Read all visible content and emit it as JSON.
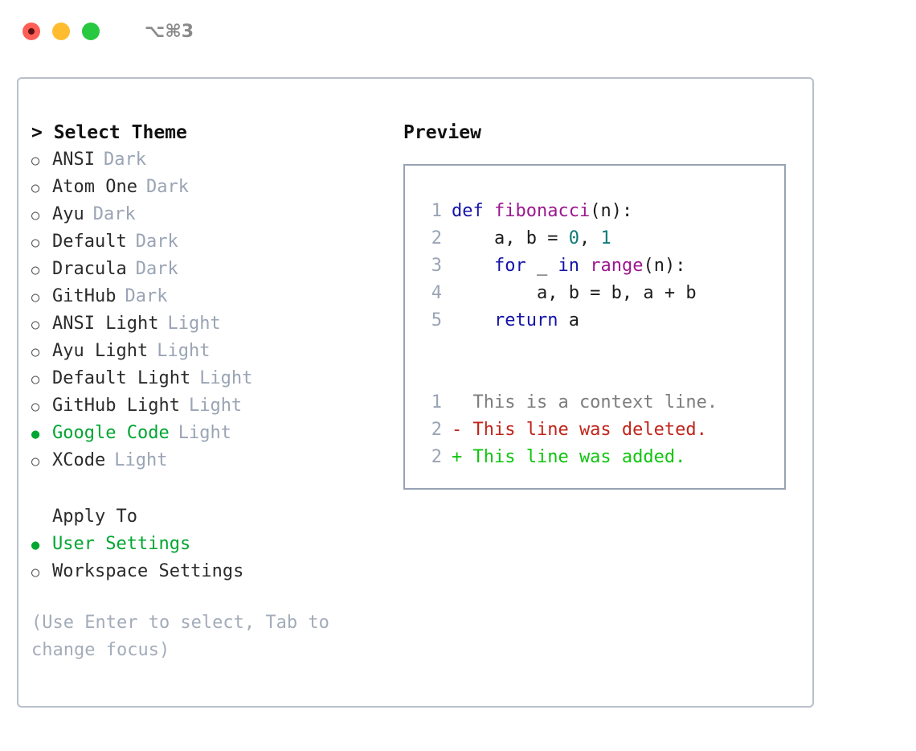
{
  "titlebar": {
    "shortcut": "⌥⌘3",
    "buttons": [
      {
        "name": "close",
        "color": "#ff5f57"
      },
      {
        "name": "minimize",
        "color": "#febc2e"
      },
      {
        "name": "maximize",
        "color": "#28c840"
      }
    ]
  },
  "theme_picker": {
    "title": "> Select Theme",
    "selected": "Google Code",
    "marker_off": "○",
    "marker_on": "●",
    "items": [
      {
        "label": "ANSI",
        "category": "Dark",
        "selected": false
      },
      {
        "label": "Atom One",
        "category": "Dark",
        "selected": false
      },
      {
        "label": "Ayu",
        "category": "Dark",
        "selected": false
      },
      {
        "label": "Default",
        "category": "Dark",
        "selected": false
      },
      {
        "label": "Dracula",
        "category": "Dark",
        "selected": false
      },
      {
        "label": "GitHub",
        "category": "Dark",
        "selected": false
      },
      {
        "label": "ANSI Light",
        "category": "Light",
        "selected": false
      },
      {
        "label": "Ayu Light",
        "category": "Light",
        "selected": false
      },
      {
        "label": "Default Light",
        "category": "Light",
        "selected": false
      },
      {
        "label": "GitHub Light",
        "category": "Light",
        "selected": false
      },
      {
        "label": "Google Code",
        "category": "Light",
        "selected": true
      },
      {
        "label": "XCode",
        "category": "Light",
        "selected": false
      }
    ]
  },
  "apply_to": {
    "title": "Apply To",
    "selected": "User Settings",
    "items": [
      {
        "label": "User Settings",
        "selected": true
      },
      {
        "label": "Workspace Settings",
        "selected": false
      }
    ]
  },
  "hint": "(Use Enter to select, Tab to change focus)",
  "preview": {
    "title": "Preview",
    "code": [
      {
        "ln": "1",
        "tokens": [
          {
            "t": "def",
            "c": "kw"
          },
          {
            "t": " ",
            "c": "plain"
          },
          {
            "t": "fibonacci",
            "c": "fn"
          },
          {
            "t": "(",
            "c": "plain"
          },
          {
            "t": "n",
            "c": "id"
          },
          {
            "t": "):",
            "c": "plain"
          }
        ]
      },
      {
        "ln": "2",
        "tokens": [
          {
            "t": "    a, b = ",
            "c": "id"
          },
          {
            "t": "0",
            "c": "num"
          },
          {
            "t": ", ",
            "c": "id"
          },
          {
            "t": "1",
            "c": "num"
          }
        ]
      },
      {
        "ln": "3",
        "tokens": [
          {
            "t": "    ",
            "c": "plain"
          },
          {
            "t": "for",
            "c": "kw"
          },
          {
            "t": " _ ",
            "c": "id"
          },
          {
            "t": "in",
            "c": "kw"
          },
          {
            "t": " ",
            "c": "plain"
          },
          {
            "t": "range",
            "c": "fn"
          },
          {
            "t": "(",
            "c": "plain"
          },
          {
            "t": "n",
            "c": "id"
          },
          {
            "t": "):",
            "c": "plain"
          }
        ]
      },
      {
        "ln": "4",
        "tokens": [
          {
            "t": "        a, b = b, a + b",
            "c": "id"
          }
        ]
      },
      {
        "ln": "5",
        "tokens": [
          {
            "t": "    ",
            "c": "plain"
          },
          {
            "t": "return",
            "c": "kw"
          },
          {
            "t": " a",
            "c": "id"
          }
        ]
      }
    ],
    "diff": [
      {
        "ln": "1",
        "text": "  This is a context line.",
        "kind": "ctx"
      },
      {
        "ln": "2",
        "text": "- This line was deleted.",
        "kind": "del"
      },
      {
        "ln": "2",
        "text": "+ This line was added.",
        "kind": "add"
      }
    ]
  },
  "colors": {
    "accent_green": "#00a632",
    "muted": "#9aa4b4",
    "hint": "#a3acba",
    "border_panel": "#b9c0cc",
    "border_preview": "#97a3b4",
    "keyword": "#1313a8",
    "function": "#9c1790",
    "number": "#0b7a78",
    "diff_deleted": "#c0241b",
    "diff_added": "#10c410",
    "diff_context": "#7d7d7d"
  }
}
